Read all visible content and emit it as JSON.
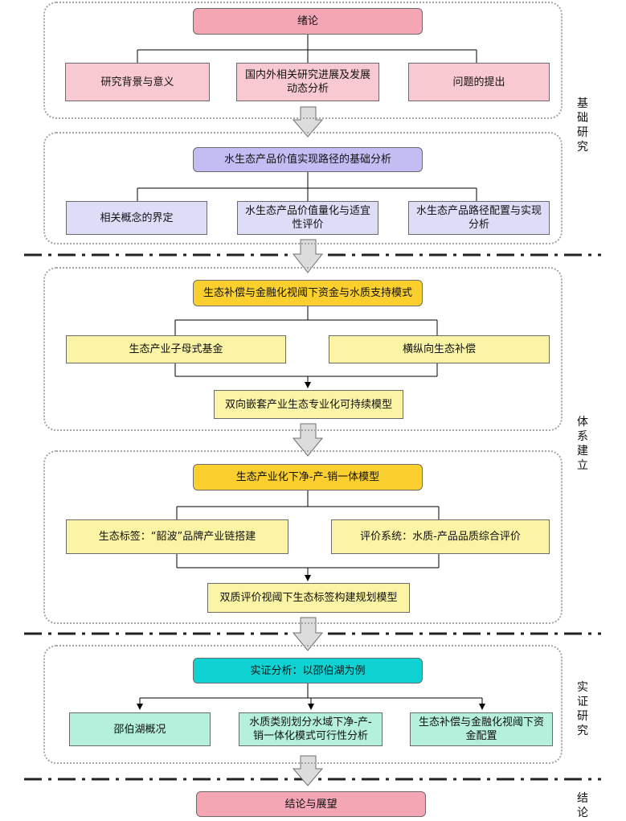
{
  "section1": {
    "title": "绪论",
    "items": [
      "研究背景与意义",
      "国内外相关研究进展及发展动态分析",
      "问题的提出"
    ]
  },
  "section2": {
    "title": "水生态产品价值实现路径的基础分析",
    "items": [
      "相关概念的界定",
      "水生态产品价值量化与适宜性评价",
      "水生态产品路径配置与实现分析"
    ]
  },
  "section3": {
    "title": "生态补偿与金融化视阈下资金与水质支持模式",
    "items": [
      "生态产业子母式基金",
      "横纵向生态补偿"
    ],
    "result": "双向嵌套产业生态专业化可持续模型"
  },
  "section4": {
    "title": "生态产业化下净-产-销一体模型",
    "items": [
      "生态标签：“韶波”品牌产业链搭建",
      "评价系统：水质-产品品质综合评价"
    ],
    "result": "双质评价视阈下生态标签构建规划模型"
  },
  "section5": {
    "title": "实证分析：以邵伯湖为例",
    "items": [
      "邵伯湖概况",
      "水质类别划分水域下净-产-销一体化模式可行性分析",
      "生态补偿与金融化视阈下资金配置"
    ]
  },
  "conclusion": {
    "title": "结论与展望"
  },
  "side_labels": [
    "基础研究",
    "体系建立",
    "实证研究",
    "结论"
  ],
  "colors": {
    "pink_head": "#f4a6b4",
    "pink_sub": "#f9c9d2",
    "lavender_head": "#c3bdf3",
    "lavender_sub": "#deddf8",
    "gold_head": "#fbd02e",
    "yellow_sub": "#fbf4a5",
    "cyan_head": "#0fd3d3",
    "mint_sub": "#b5f0dc"
  }
}
